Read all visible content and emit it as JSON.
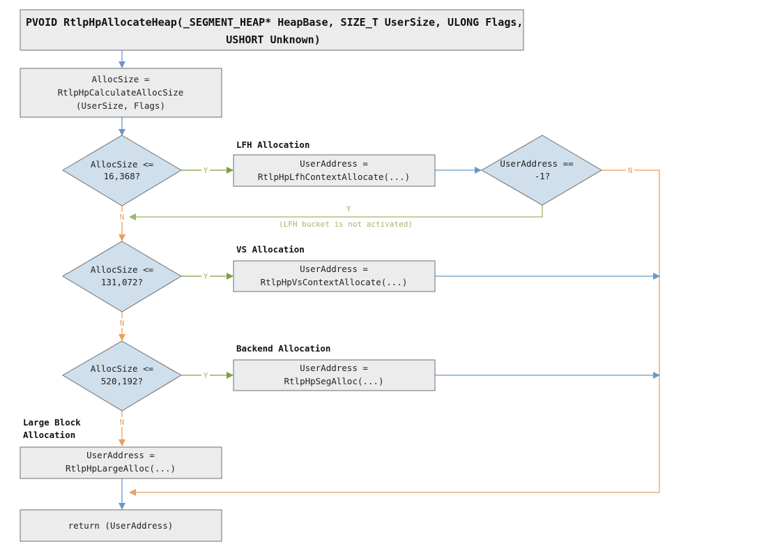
{
  "colors": {
    "box_fill": "#ececec",
    "box_stroke": "#6e6e6e",
    "diamond_fill": "#cfdfeb",
    "diamond_stroke": "#6e6e6e",
    "flow_blue": "#6b98c9",
    "yes_green": "#7ea040",
    "yes_label_green": "#9bb86a",
    "no_orange": "#e8a15a"
  },
  "function_signature": {
    "line1": "PVOID RtlpHpAllocateHeap(_SEGMENT_HEAP* HeapBase, SIZE_T UserSize, ULONG Flags,",
    "line2": "USHORT Unknown)"
  },
  "calc_alloc_size": {
    "line1": "AllocSize =",
    "line2": "RtlpHpCalculateAllocSize",
    "line3": "(UserSize, Flags)"
  },
  "decisions": {
    "lfh_check": {
      "line1": "AllocSize <=",
      "line2": "16,368?"
    },
    "vs_check": {
      "line1": "AllocSize <=",
      "line2": "131,072?"
    },
    "backend_check": {
      "line1": "AllocSize <=",
      "line2": "520,192?"
    },
    "lfh_result_check": {
      "line1": "UserAddress ==",
      "line2": "-1?"
    }
  },
  "sections": {
    "lfh": "LFH Allocation",
    "vs": "VS Allocation",
    "backend": "Backend Allocation",
    "large_line1": "Large Block",
    "large_line2": "Allocation"
  },
  "actions": {
    "lfh_alloc": {
      "line1": "UserAddress =",
      "line2": "RtlpHpLfhContextAllocate(...)"
    },
    "vs_alloc": {
      "line1": "UserAddress =",
      "line2": "RtlpHpVsContextAllocate(...)"
    },
    "seg_alloc": {
      "line1": "UserAddress =",
      "line2": "RtlpHpSegAlloc(...)"
    },
    "large_alloc": {
      "line1": "UserAddress =",
      "line2": "RtlpHpLargeAlloc(...)"
    },
    "return": "return (UserAddress)"
  },
  "edge_labels": {
    "yes": "Y",
    "no": "N",
    "lfh_not_activated": "(LFH bucket is not activated)"
  }
}
